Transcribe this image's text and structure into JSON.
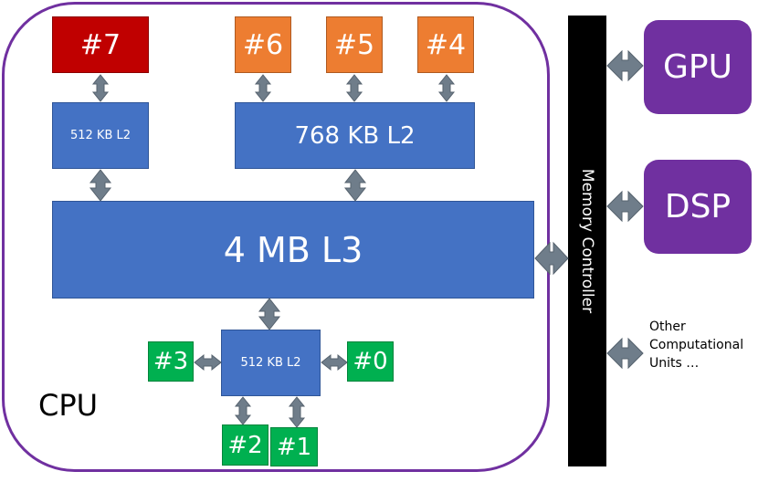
{
  "cpu": {
    "label": "CPU"
  },
  "caches": {
    "l2_left": "512 KB L2",
    "l2_top": "768 KB L2",
    "l3": "4 MB L3",
    "l2_bottom": "512 KB L2"
  },
  "cores": {
    "c7": "#7",
    "c6": "#6",
    "c5": "#5",
    "c4": "#4",
    "c3": "#3",
    "c0": "#0",
    "c2": "#2",
    "c1": "#1"
  },
  "memory_controller": {
    "label": "Memory Controller"
  },
  "units": {
    "gpu": "GPU",
    "dsp": "DSP",
    "other_line1": "Other",
    "other_line2": "Computational",
    "other_line3": "Units …"
  },
  "colors": {
    "cache": "#4472c4",
    "core_red": "#c00000",
    "core_orange": "#ed7d31",
    "core_green": "#00b050",
    "unit_purple": "#7030a0",
    "arrow_gray": "#6f7d8a",
    "bar_black": "#000000"
  }
}
